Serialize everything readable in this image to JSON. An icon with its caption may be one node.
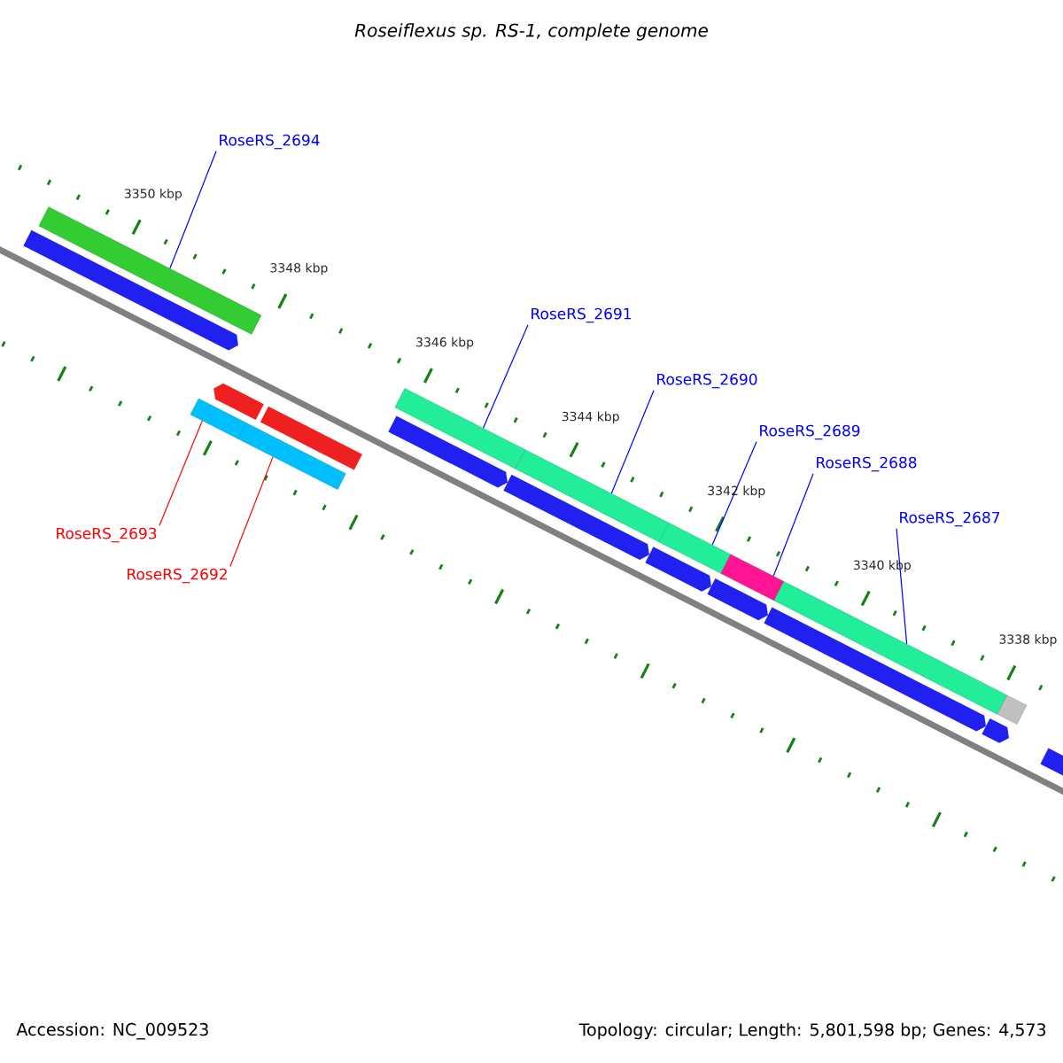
{
  "diagram": {
    "title": "*Roseiflexus sp. RS-1, complete genome*",
    "nodes": [
      {
        "text": [
          "RoseRS_2694"
        ]
      },
      {
        "text": [],
        "shape": "bar"
      },
      {
        "text": [
          "RoseRS_2691"
        ]
      },
      {
        "text": [],
        "shape": "bar"
      },
      {
        "text": [
          "RoseRS_2690"
        ]
      },
      {
        "text": [],
        "shape": "bar"
      },
      {
        "text": [
          "RoseRS_2689"
        ]
      },
      {
        "text": [],
        "shape": "bar"
      },
      {
        "text": [
          "RoseRS_2688"
        ]
      },
      {
        "text": [],
        "shape": "bar"
      },
      {
        "text": [
          "RoseRS_2687"
        ]
      },
      {
        "text": [],
        "shape": "bar"
      },
      {
        "text": [],
        "shape": "bar"
      },
      {
        "text": [
          "RoseRS_2693"
        ]
      },
      {
        "text": [],
        "shape": "bar"
      },
      {
        "text": [
          "RoseRS_2692"
        ]
      },
      {
        "text": [],
        "shape": "bar"
      },
      {
        "text": [],
        "shape": "arrow"
      },
      {
        "text": [],
        "shape": "arrow"
      },
      {
        "text": [],
        "shape": "arrow"
      },
      {
        "text": [],
        "shape": "arrow"
      },
      {
        "text": [],
        "shape": "arrow"
      },
      {
        "text": [],
        "shape": "arrow"
      },
      {
        "text": [],
        "shape": "arrow"
      },
      {
        "text": [],
        "shape": "arrow"
      },
      {
        "text": [],
        "shape": "arrow"
      },
      {
        "text": [],
        "shape": "bar"
      }
    ],
    "edges": [
      {
        "from": 0,
        "to": 1,
        "arrow": "none"
      },
      {
        "from": 2,
        "to": 3,
        "arrow": "none"
      },
      {
        "from": 4,
        "to": 5,
        "arrow": "none"
      },
      {
        "from": 6,
        "to": 7,
        "arrow": "none"
      },
      {
        "from": 8,
        "to": 9,
        "arrow": "none"
      },
      {
        "from": 10,
        "to": 11,
        "arrow": "none"
      },
      {
        "from": 13,
        "to": 14,
        "arrow": "none",
        "color": "#ff0000"
      },
      {
        "from": 15,
        "to": 16,
        "arrow": "none",
        "color": "#ff0000"
      }
    ],
    "labels": [
      "3350 kbp",
      "3348 kbp",
      "3346 kbp",
      "3344 kbp",
      "3342 kbp",
      "3340 kbp",
      "3338 kbp",
      "Accession: NC_009523",
      "Topology: circular; Length: 5,801,598 bp; Genes: 4,573"
    ]
  }
}
